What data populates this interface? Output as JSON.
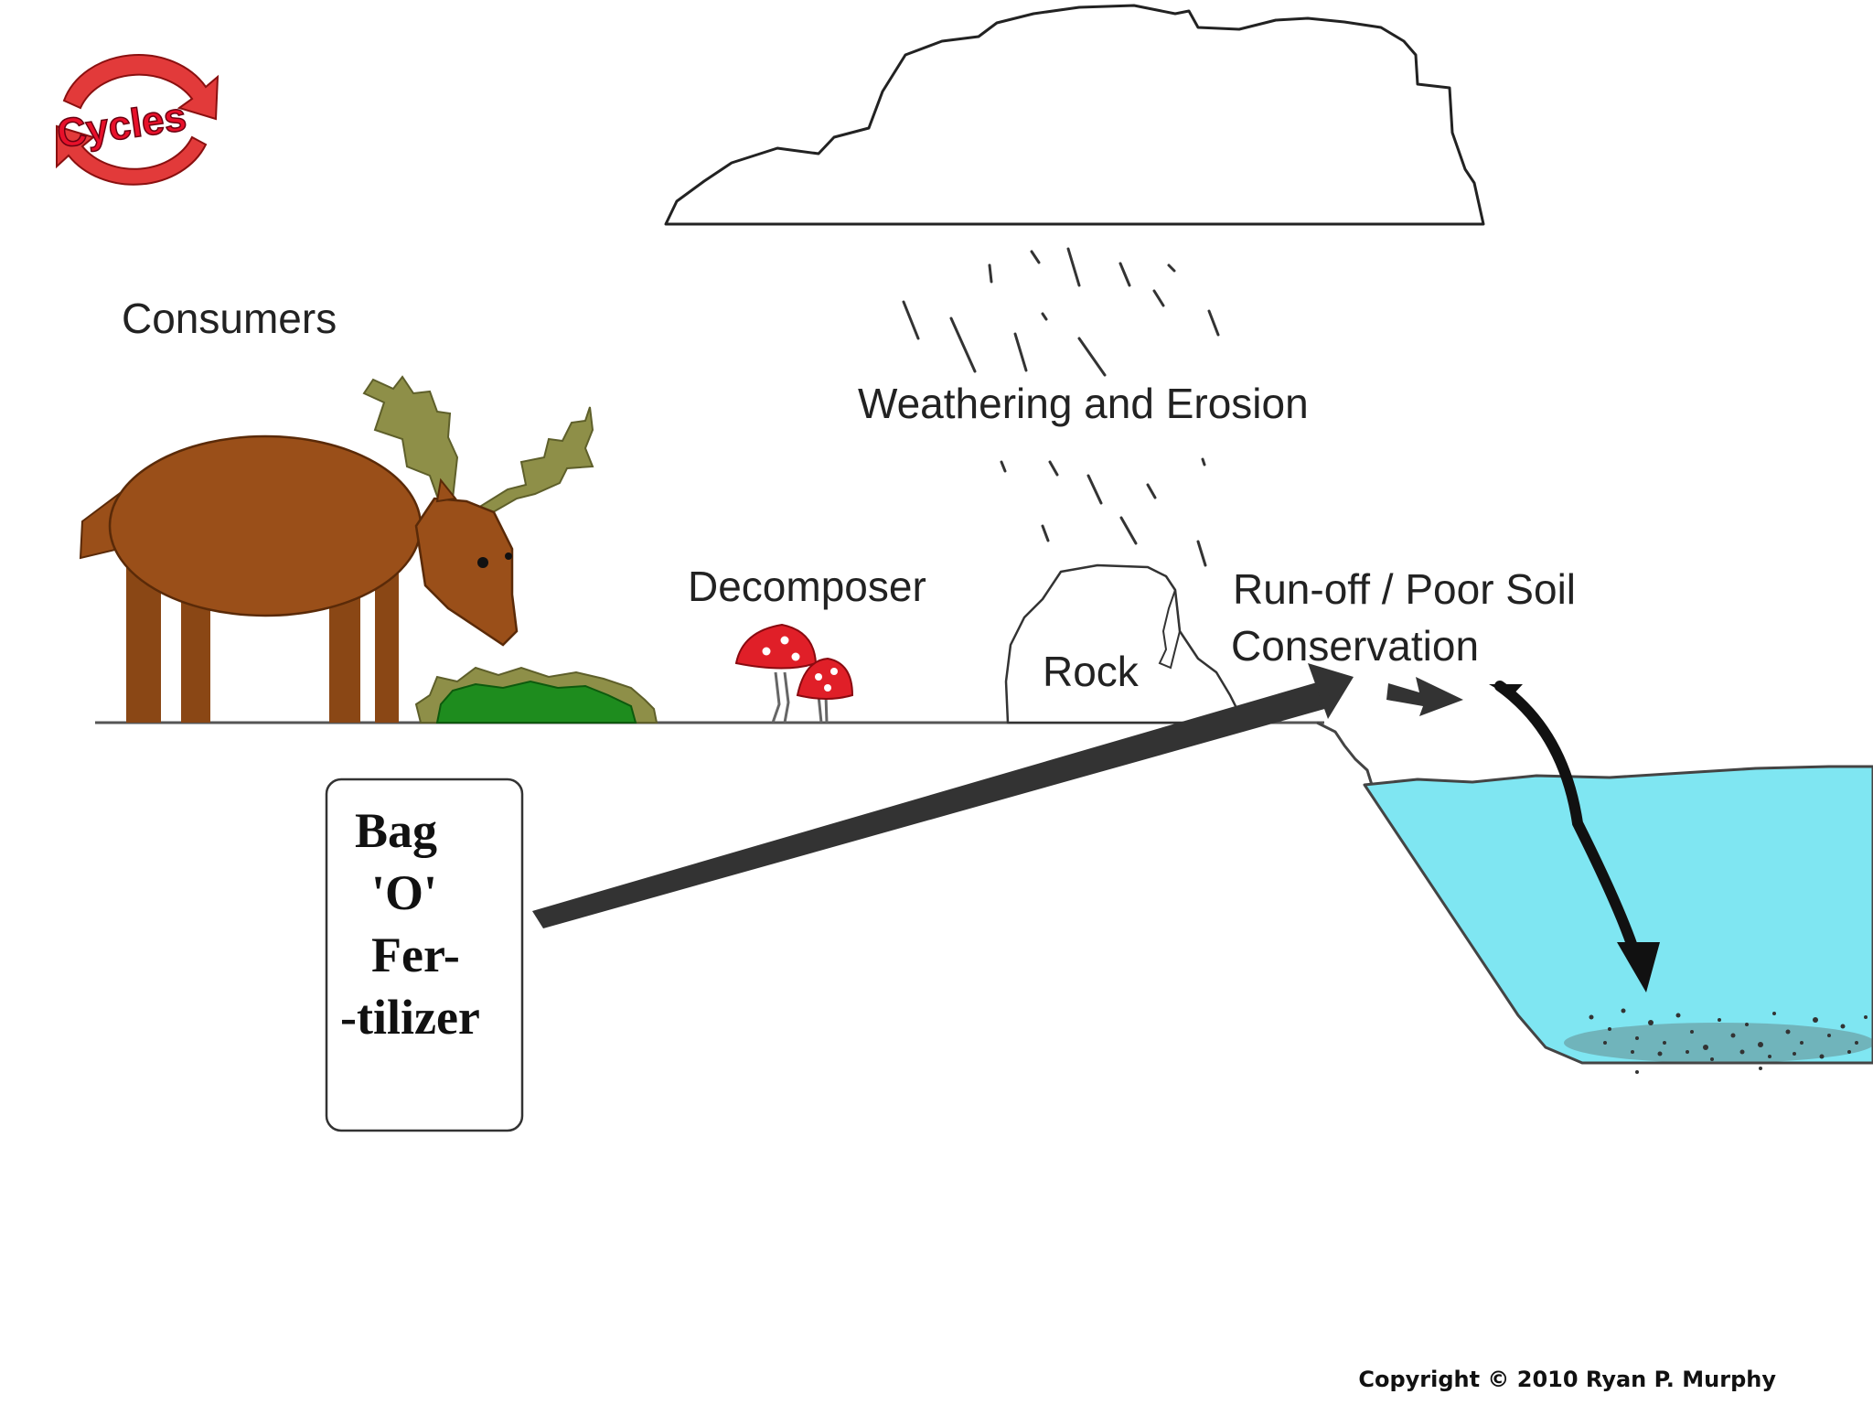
{
  "logo": {
    "text": "Cycles"
  },
  "labels": {
    "consumers": "Consumers",
    "weathering": "Weathering and Erosion",
    "decomposer": "Decomposer",
    "rock": "Rock",
    "runoff_line1": "Run-off / Poor Soil",
    "runoff_line2": "Conservation"
  },
  "fertilizer_bag": {
    "line1": "Bag",
    "line2": "'O'",
    "line3": "Fer-",
    "line4": "-tilizer"
  },
  "copyright": "Copyright © 2010 Ryan P. Murphy",
  "colors": {
    "moose_body": "#9a4f19",
    "antler": "#8e8f48",
    "bush": "#1e8c1e",
    "mushroom": "#e01f28",
    "water": "#7fe6f2",
    "arrow": "#333333",
    "logo_red": "#e8102a"
  }
}
